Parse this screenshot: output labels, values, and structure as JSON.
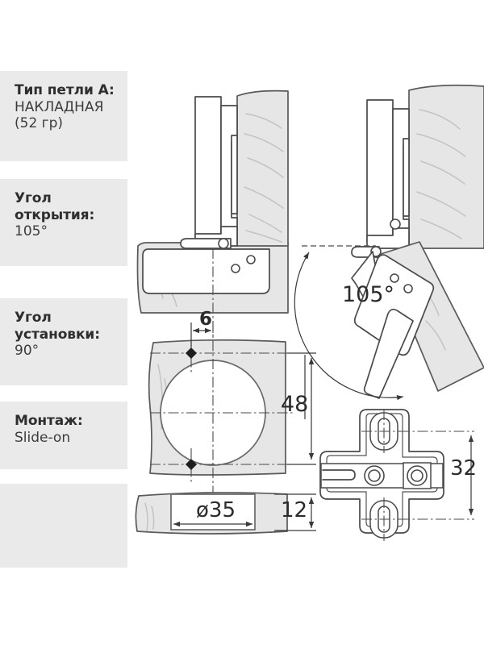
{
  "sidebar": {
    "blocks": [
      {
        "id": "type",
        "title": "Тип петли A:",
        "value": "НАКЛАДНАЯ\n(52 гр)"
      },
      {
        "id": "opening_angle",
        "title": "Угол\nоткрытия:",
        "value": "105°"
      },
      {
        "id": "installation_angle",
        "title": "Угол\nустановки:",
        "value": "90°"
      },
      {
        "id": "mounting",
        "title": "Монтаж:",
        "value": "Slide-on"
      },
      {
        "id": "empty",
        "title": "",
        "value": ""
      }
    ]
  },
  "diagram": {
    "annotations": {
      "open_angle": "105°",
      "edge_distance": "6",
      "hole_spacing": "48",
      "cup_diameter": "ø35",
      "cup_depth": "12",
      "plate_height": "32"
    },
    "views": {
      "closed_hinge": "closed-hinge-section-view",
      "open_hinge": "open-hinge-105-section-view",
      "drilling_pattern": "door-drilling-pattern-front-view",
      "cup_depth_section": "cup-depth-section-view",
      "mounting_plate": "mounting-plate-top-view"
    }
  },
  "colors": {
    "panel_fill": "#e6e6e6",
    "metal_fill": "#ffffff",
    "line": "#4a4a4a",
    "block_bg": "#eaeaea",
    "text": "#2e2e2e",
    "page_bg": "#ffffff"
  }
}
